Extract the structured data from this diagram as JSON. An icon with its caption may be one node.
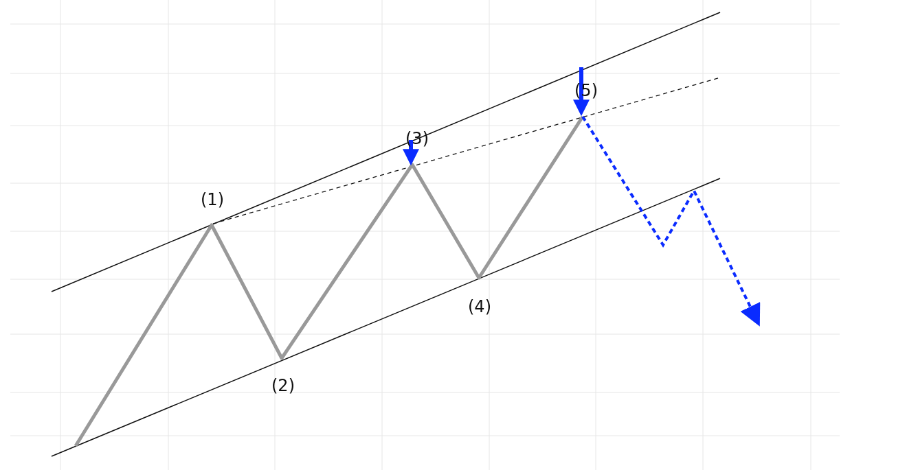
{
  "diagram": {
    "labels": [
      "(1)",
      "(2)",
      "(3)",
      "(4)",
      "(5)"
    ]
  }
}
